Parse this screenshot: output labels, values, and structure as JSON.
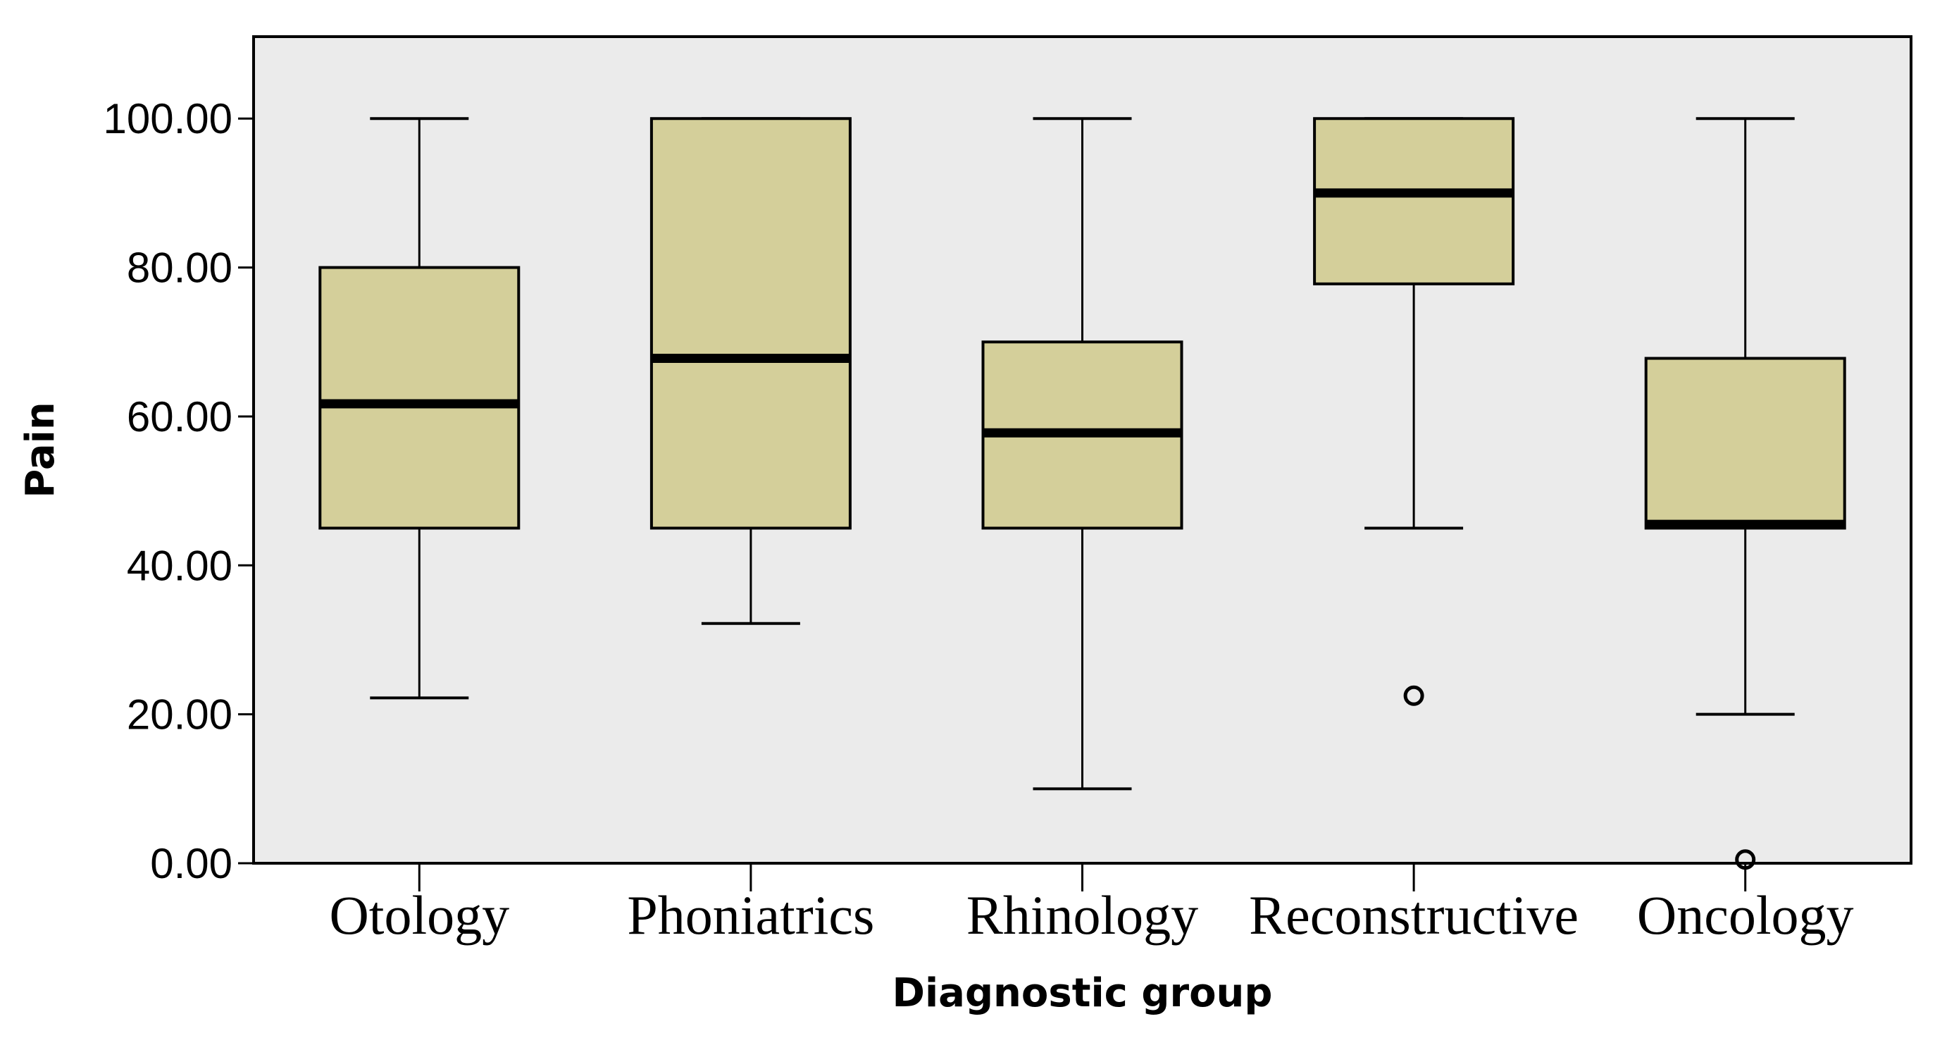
{
  "chart_data": {
    "type": "boxplot",
    "xlabel": "Diagnostic group",
    "ylabel": "Pain",
    "ylim": [
      0,
      111
    ],
    "yticks": [
      0,
      20,
      40,
      60,
      80,
      100
    ],
    "ytick_labels": [
      "0.00",
      "20.00",
      "40.00",
      "60.00",
      "80.00",
      "100.00"
    ],
    "categories": [
      "Otology",
      "Phoniatrics",
      "Rhinology",
      "Reconstructive",
      "Oncology"
    ],
    "boxes": [
      {
        "category": "Otology",
        "whisker_low": 22.2,
        "q1": 45,
        "median": 61.7,
        "q3": 80,
        "whisker_high": 100,
        "outliers": []
      },
      {
        "category": "Phoniatrics",
        "whisker_low": 32.2,
        "q1": 45,
        "median": 67.8,
        "q3": 100,
        "whisker_high": 100,
        "outliers": []
      },
      {
        "category": "Rhinology",
        "whisker_low": 10,
        "q1": 45,
        "median": 57.8,
        "q3": 70,
        "whisker_high": 100,
        "outliers": []
      },
      {
        "category": "Reconstructive",
        "whisker_low": 45,
        "q1": 77.8,
        "median": 90,
        "q3": 100,
        "whisker_high": 100,
        "outliers": [
          22.5
        ]
      },
      {
        "category": "Oncology",
        "whisker_low": 20,
        "q1": 45,
        "median": 45.5,
        "q3": 67.8,
        "whisker_high": 100,
        "outliers": [
          0.5
        ]
      }
    ],
    "grid": false,
    "colors": {
      "plot_background": "#ebebeb",
      "box_fill": "#d4cf9a",
      "line": "#000000"
    }
  }
}
